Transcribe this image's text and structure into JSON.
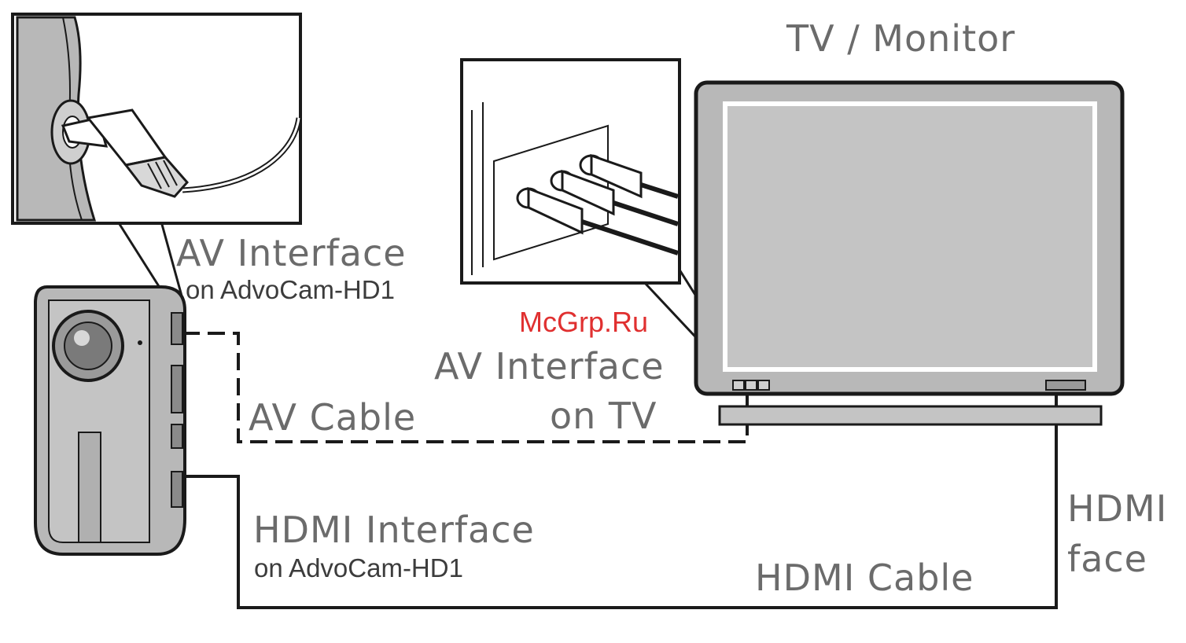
{
  "labels": {
    "tv_monitor": "TV / Monitor",
    "av_interface_cam_title": "AV Interface",
    "av_interface_cam_sub": "on AdvoCam-HD1",
    "av_cable": "AV Cable",
    "av_interface_tv_line1": "AV Interface",
    "av_interface_tv_line2": "on TV",
    "hdmi_interface_cam_title": "HDMI Interface",
    "hdmi_interface_cam_sub": "on AdvoCam-HD1",
    "hdmi_cable": "HDMI Cable",
    "hdmi_face_line1": "HDMI",
    "hdmi_face_line2": "face"
  },
  "watermark": "McGrp.Ru",
  "colors": {
    "line": "#1a1a1a",
    "device_fill": "#b8b8b8",
    "screen_fill": "#c4c4c4",
    "label_text": "#6b6b6b",
    "watermark": "#e03030"
  }
}
